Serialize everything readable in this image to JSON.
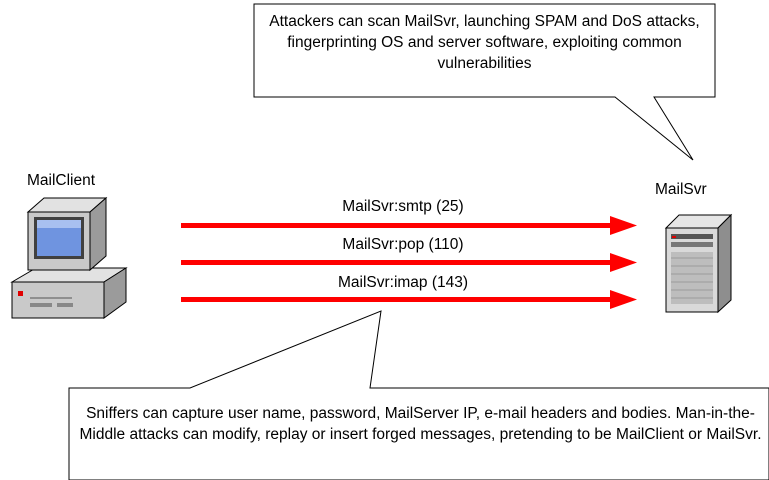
{
  "callouts": {
    "top": "Attackers can scan MailSvr, launching SPAM and DoS attacks, fingerprinting OS and server software, exploiting common vulnerabilities",
    "bottom": "Sniffers can capture user name, password, MailServer IP, e-mail headers and bodies.  Man-in-the-Middle attacks can modify, replay or insert forged messages, pretending to be MailClient or MailSvr."
  },
  "nodes": {
    "client": "MailClient",
    "server": "MailSvr"
  },
  "connections": [
    {
      "label": "MailSvr:smtp (25)"
    },
    {
      "label": "MailSvr:pop (110)"
    },
    {
      "label": "MailSvr:imap (143)"
    }
  ],
  "colors": {
    "arrow": "#ff0000",
    "screen": "#5b7fd0",
    "case": "#c9c9c9"
  }
}
